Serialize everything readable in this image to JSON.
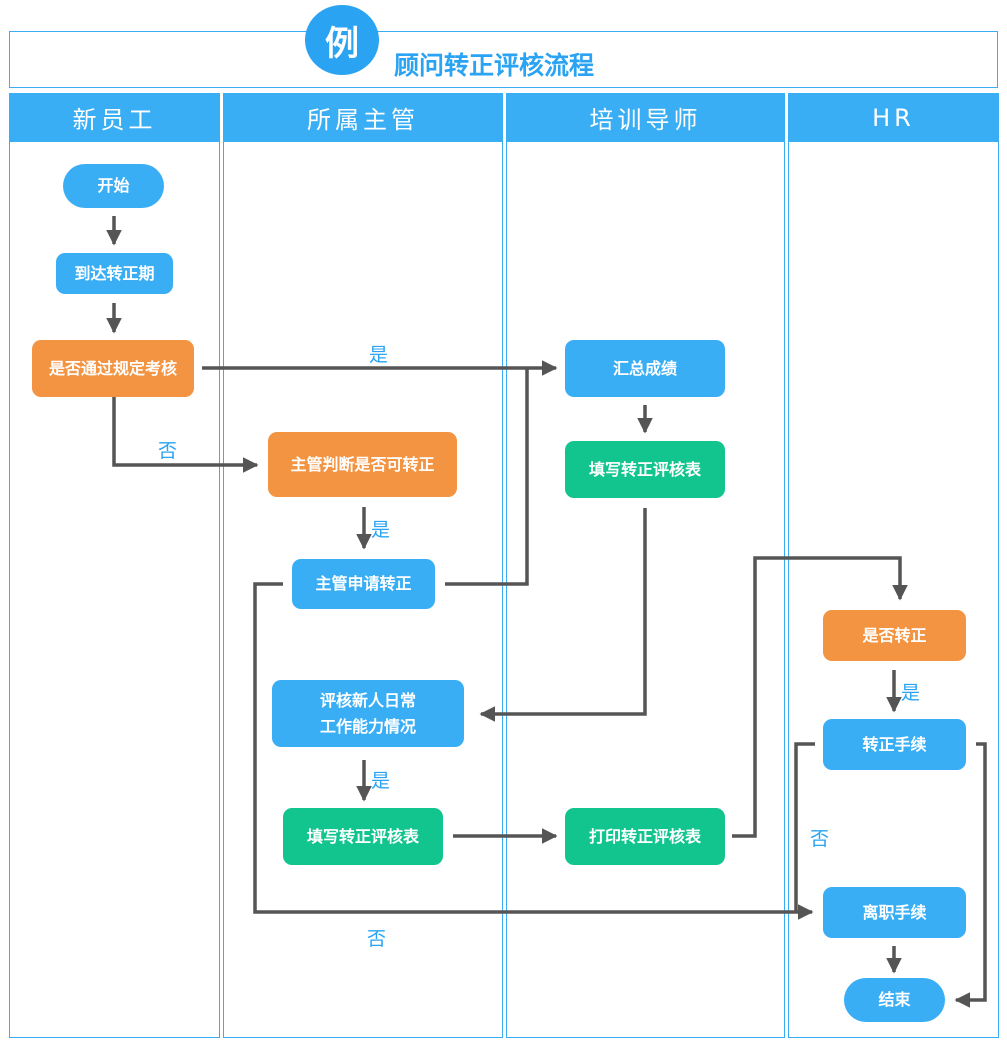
{
  "header": {
    "badge": "例",
    "title": "顾问转正评核流程"
  },
  "lanes": [
    "新员工",
    "所属主管",
    "培训导师",
    "HR"
  ],
  "nodes": {
    "start": "开始",
    "reach": "到达转正期",
    "pass_check": "是否通过规定考核",
    "summary": "汇总成绩",
    "fill_form_mentor": "填写转正评核表",
    "judge": "主管判断是否可转正",
    "apply": "主管申请转正",
    "assess_line1": "评核新人日常",
    "assess_line2": "工作能力情况",
    "fill_form_mgr": "填写转正评核表",
    "print_form": "打印转正评核表",
    "hr_decide": "是否转正",
    "hr_regular": "转正手续",
    "hr_leave": "离职手续",
    "end": "结束"
  },
  "edge_labels": {
    "yes_pass": "是",
    "no_pass": "否",
    "yes_judge": "是",
    "yes_assess": "是",
    "yes_hr": "是",
    "no_hr": "否",
    "no_bottom": "否"
  },
  "colors": {
    "lane_blue": "#3aaef5",
    "node_blue": "#3aaef5",
    "node_orange": "#f39442",
    "node_green": "#12c58e",
    "arrow": "#555555"
  }
}
